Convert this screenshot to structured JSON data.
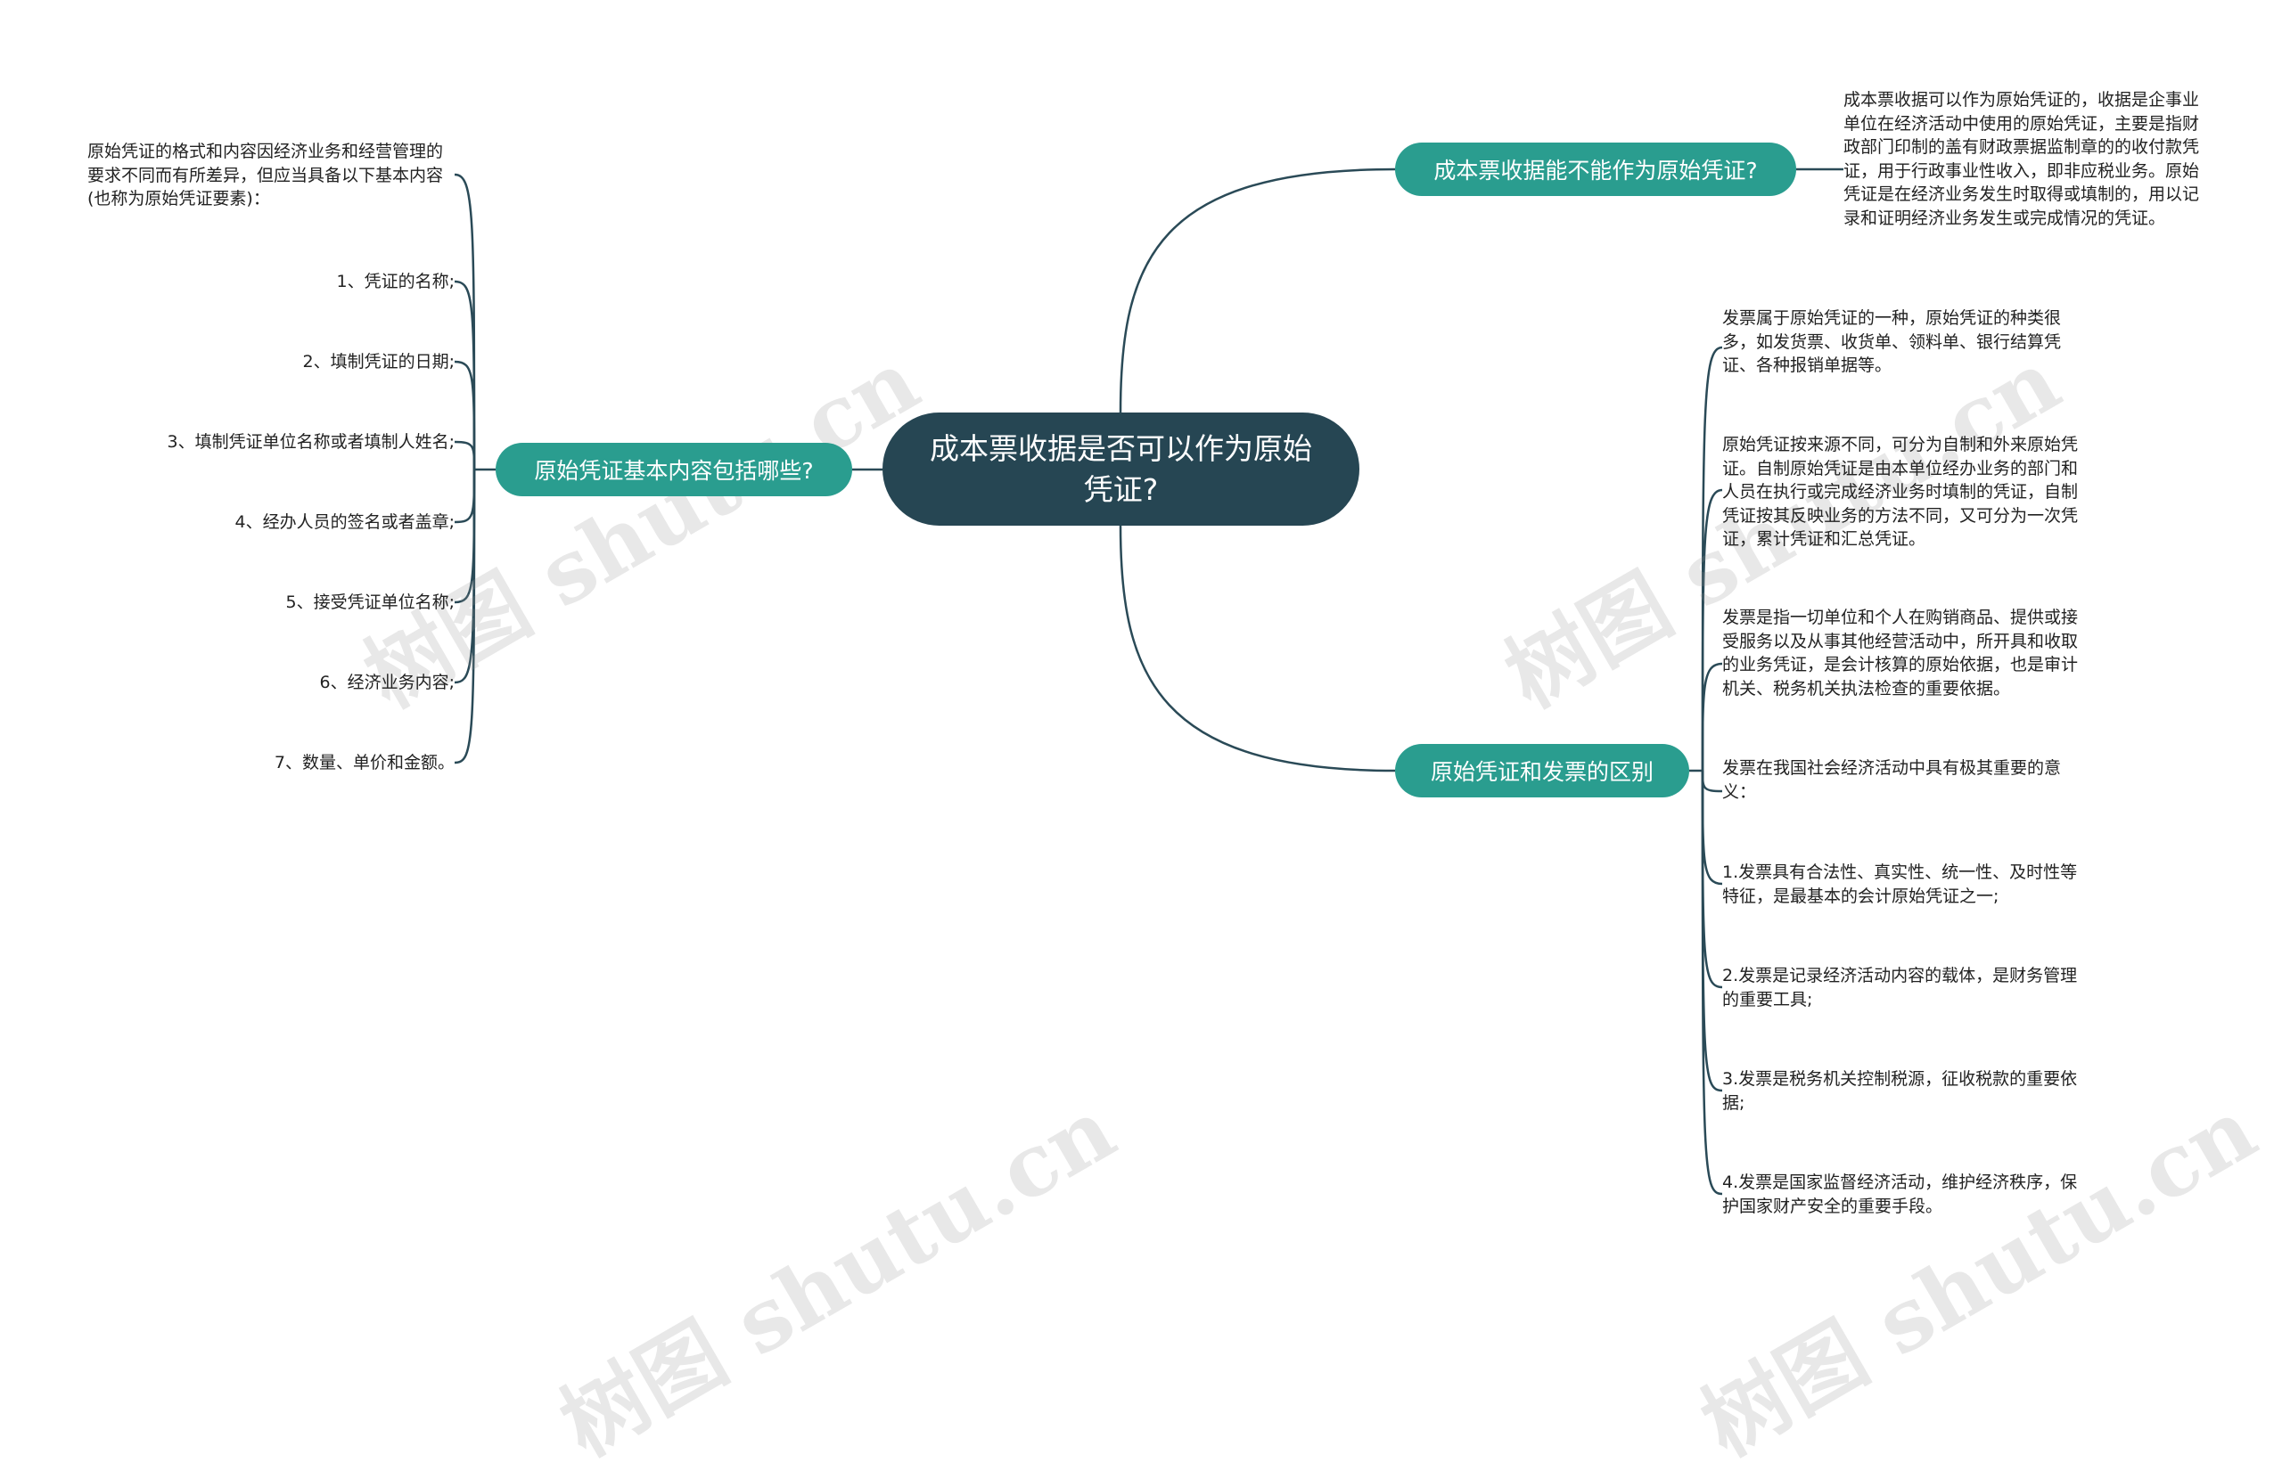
{
  "root": {
    "title": "成本票收据是否可以作为原始凭证?"
  },
  "branches": {
    "left": {
      "label": "原始凭证基本内容包括哪些?",
      "leaves": [
        "原始凭证的格式和内容因经济业务和经营管理的要求不同而有所差异，但应当具备以下基本内容(也称为原始凭证要素)：",
        "1、凭证的名称;",
        "2、填制凭证的日期;",
        "3、填制凭证单位名称或者填制人姓名;",
        "4、经办人员的签名或者盖章;",
        "5、接受凭证单位名称;",
        "6、经济业务内容;",
        "7、数量、单价和金额。"
      ]
    },
    "top_right": {
      "label": "成本票收据能不能作为原始凭证?",
      "leaves": [
        "成本票收据可以作为原始凭证的，收据是企事业单位在经济活动中使用的原始凭证，主要是指财政部门印制的盖有财政票据监制章的的收付款凭证，用于行政事业性收入，即非应税业务。原始凭证是在经济业务发生时取得或填制的，用以记录和证明经济业务发生或完成情况的凭证。"
      ]
    },
    "bottom_right": {
      "label": "原始凭证和发票的区别",
      "leaves": [
        "发票属于原始凭证的一种，原始凭证的种类很多，如发货票、收货单、领料单、银行结算凭证、各种报销单据等。",
        "原始凭证按来源不同，可分为自制和外来原始凭证。自制原始凭证是由本单位经办业务的部门和人员在执行或完成经济业务时填制的凭证，自制凭证按其反映业务的方法不同，又可分为一次凭证，累计凭证和汇总凭证。",
        "发票是指一切单位和个人在购销商品、提供或接受服务以及从事其他经营活动中，所开具和收取的业务凭证，是会计核算的原始依据，也是审计机关、税务机关执法检查的重要依据。",
        "发票在我国社会经济活动中具有极其重要的意义：",
        "1.发票具有合法性、真实性、统一性、及时性等特征，是最基本的会计原始凭证之一;",
        "2.发票是记录经济活动内容的载体，是财务管理的重要工具;",
        "3.发票是税务机关控制税源，征收税款的重要依据;",
        "4.发票是国家监督经济活动，维护经济秩序，保护国家财产安全的重要手段。"
      ]
    }
  },
  "watermark": {
    "text": "树图 shutu.cn"
  },
  "colors": {
    "root": "#264653",
    "branch": "#2a9d8f",
    "line": "#2a4a57"
  }
}
